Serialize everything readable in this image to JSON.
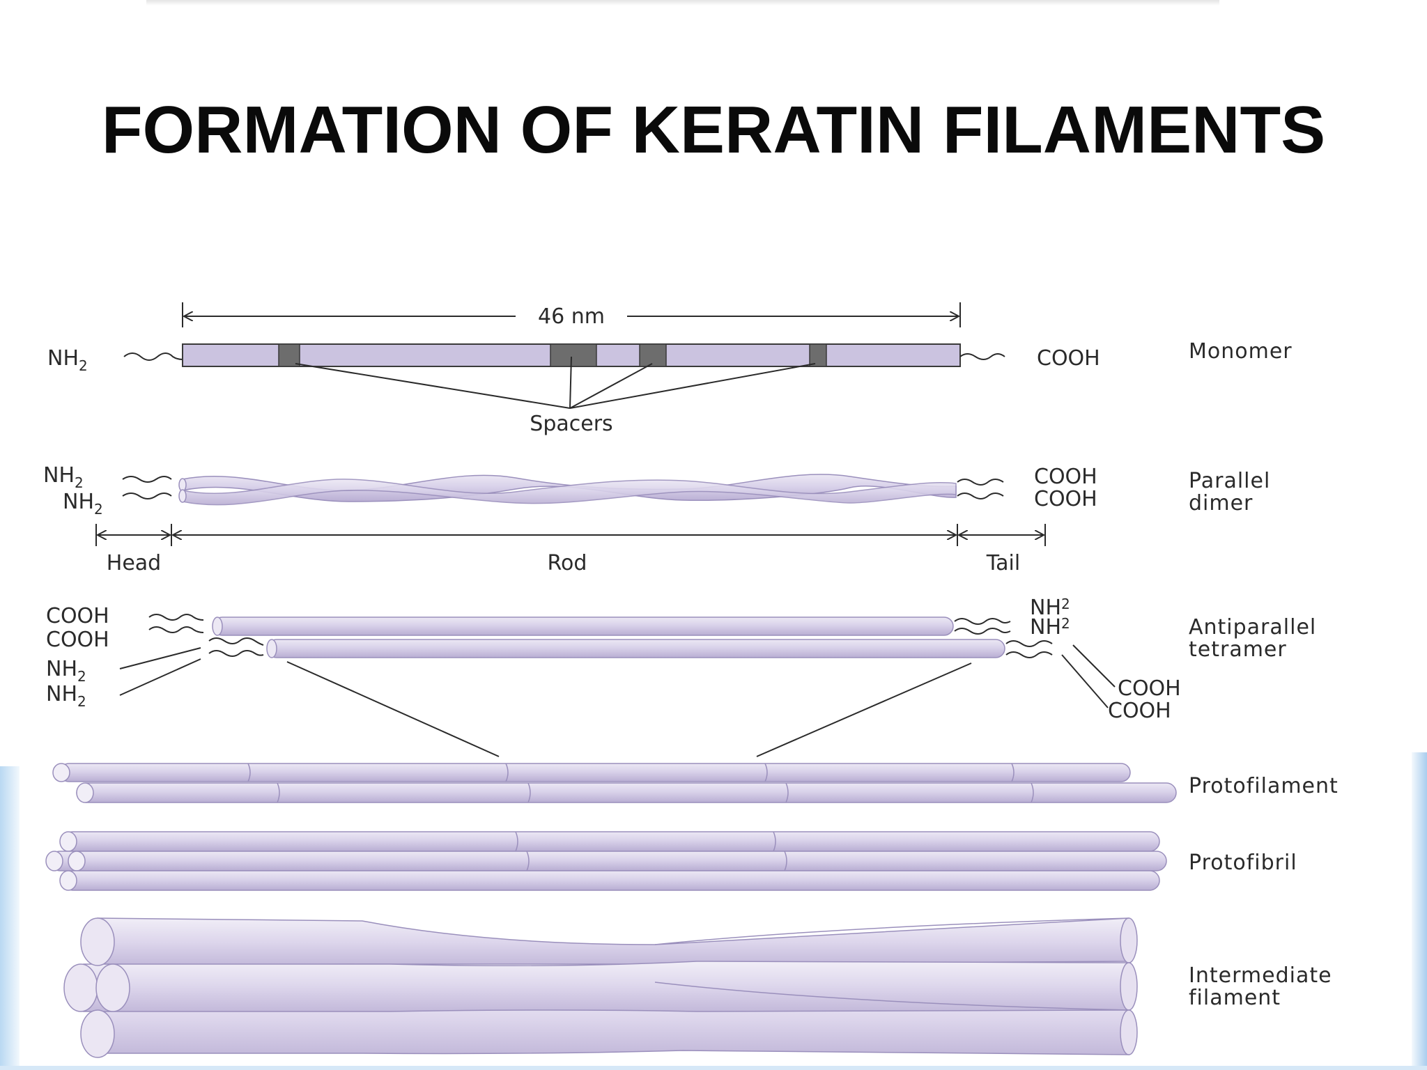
{
  "title": "FORMATION OF KERATIN FILAMENTS",
  "colors": {
    "filament_fill": "#d6cfe6",
    "filament_dark": "#a89cc6",
    "spacer": "#6d6d6d",
    "line": "#2a2a2a"
  },
  "monomer": {
    "length_label": "46 nm",
    "left_end": "NH",
    "left_sub": "2",
    "right_end": "COOH",
    "spacers_label": "Spacers",
    "stage": "Monomer"
  },
  "dimer": {
    "left_ends": [
      {
        "text": "NH",
        "sub": "2"
      },
      {
        "text": "NH",
        "sub": "2"
      }
    ],
    "right_ends": [
      "COOH",
      "COOH"
    ],
    "regions": [
      "Head",
      "Rod",
      "Tail"
    ],
    "stage": [
      "Parallel",
      "dimer"
    ]
  },
  "tetramer": {
    "left_top": [
      "COOH",
      "COOH"
    ],
    "left_bottom": [
      {
        "text": "NH",
        "sub": "2"
      },
      {
        "text": "NH",
        "sub": "2"
      }
    ],
    "right_top": [
      {
        "text": "NH",
        "sub": "2"
      },
      {
        "text": "NH",
        "sub": "2"
      }
    ],
    "right_bottom": [
      "COOH",
      "COOH"
    ],
    "stage": [
      "Antiparallel",
      "tetramer"
    ]
  },
  "protofilament": {
    "stage": "Protofilament"
  },
  "protofibril": {
    "stage": "Protofibril"
  },
  "intermediate": {
    "stage": [
      "Intermediate",
      "filament"
    ]
  }
}
